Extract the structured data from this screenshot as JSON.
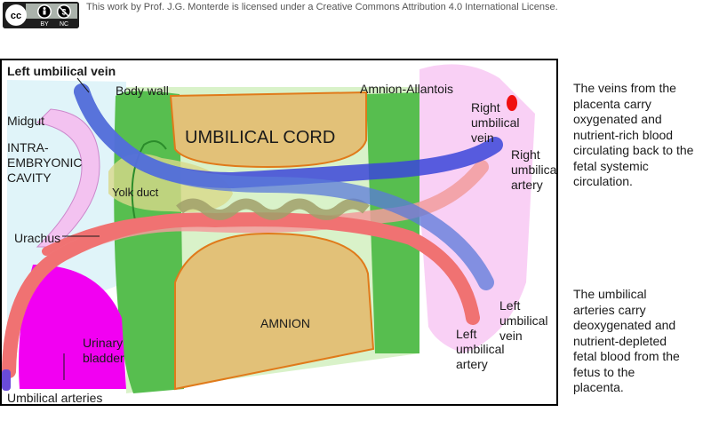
{
  "license": {
    "badge_cc": "cc",
    "badge_by": "BY",
    "badge_nc": "NC",
    "text": "This work by Prof. J.G. Monterde is licensed under a Creative Commons Attribution 4.0 International License."
  },
  "labels": {
    "left_umbilical_vein_top": "Left umbilical vein",
    "body_wall": "Body wall",
    "amnion_allantois": "Amnion-Allantois",
    "midgut": "Midgut",
    "intraembryonic_1": "INTRA-",
    "intraembryonic_2": "EMBRYONIC",
    "intraembryonic_3": "CAVITY",
    "umbilical_cord": "UMBILICAL CORD",
    "yolk_duct": "Yolk duct",
    "right_umbilical_vein_1": "Right",
    "right_umbilical_vein_2": "umbilical",
    "right_umbilical_vein_3": "vein",
    "right_umbilical_artery_1": "Right",
    "right_umbilical_artery_2": "umbilical",
    "right_umbilical_artery_3": "artery",
    "urachus": "Urachus",
    "amnion": "AMNION",
    "urinary_bladder_1": "Urinary",
    "urinary_bladder_2": "bladder",
    "left_umbilical_vein_1": "Left",
    "left_umbilical_vein_2": "umbilical",
    "left_umbilical_vein_3": "vein",
    "left_umbilical_artery_1": "Left",
    "left_umbilical_artery_2": "umbilical",
    "left_umbilical_artery_3": "artery",
    "umbilical_arteries": "Umbilical arteries"
  },
  "notes": {
    "veins": [
      "The veins from the",
      "placenta carry",
      "oxygenated and",
      "nutrient-rich blood",
      "circulating back to the",
      "fetal systemic",
      "circulation."
    ],
    "arteries": [
      "The umbilical",
      "arteries carry",
      "deoxygenated and",
      "nutrient-depleted",
      "fetal blood from the",
      "fetus to the",
      "placenta."
    ]
  },
  "colors": {
    "vein": "#3b46d9",
    "artery": "#f07272",
    "body_wall": "#4db84d",
    "amnion": "#e2c178",
    "allantois": "#f0a8f0",
    "bladder": "#f200f2",
    "cord": "#d9f2c9"
  }
}
